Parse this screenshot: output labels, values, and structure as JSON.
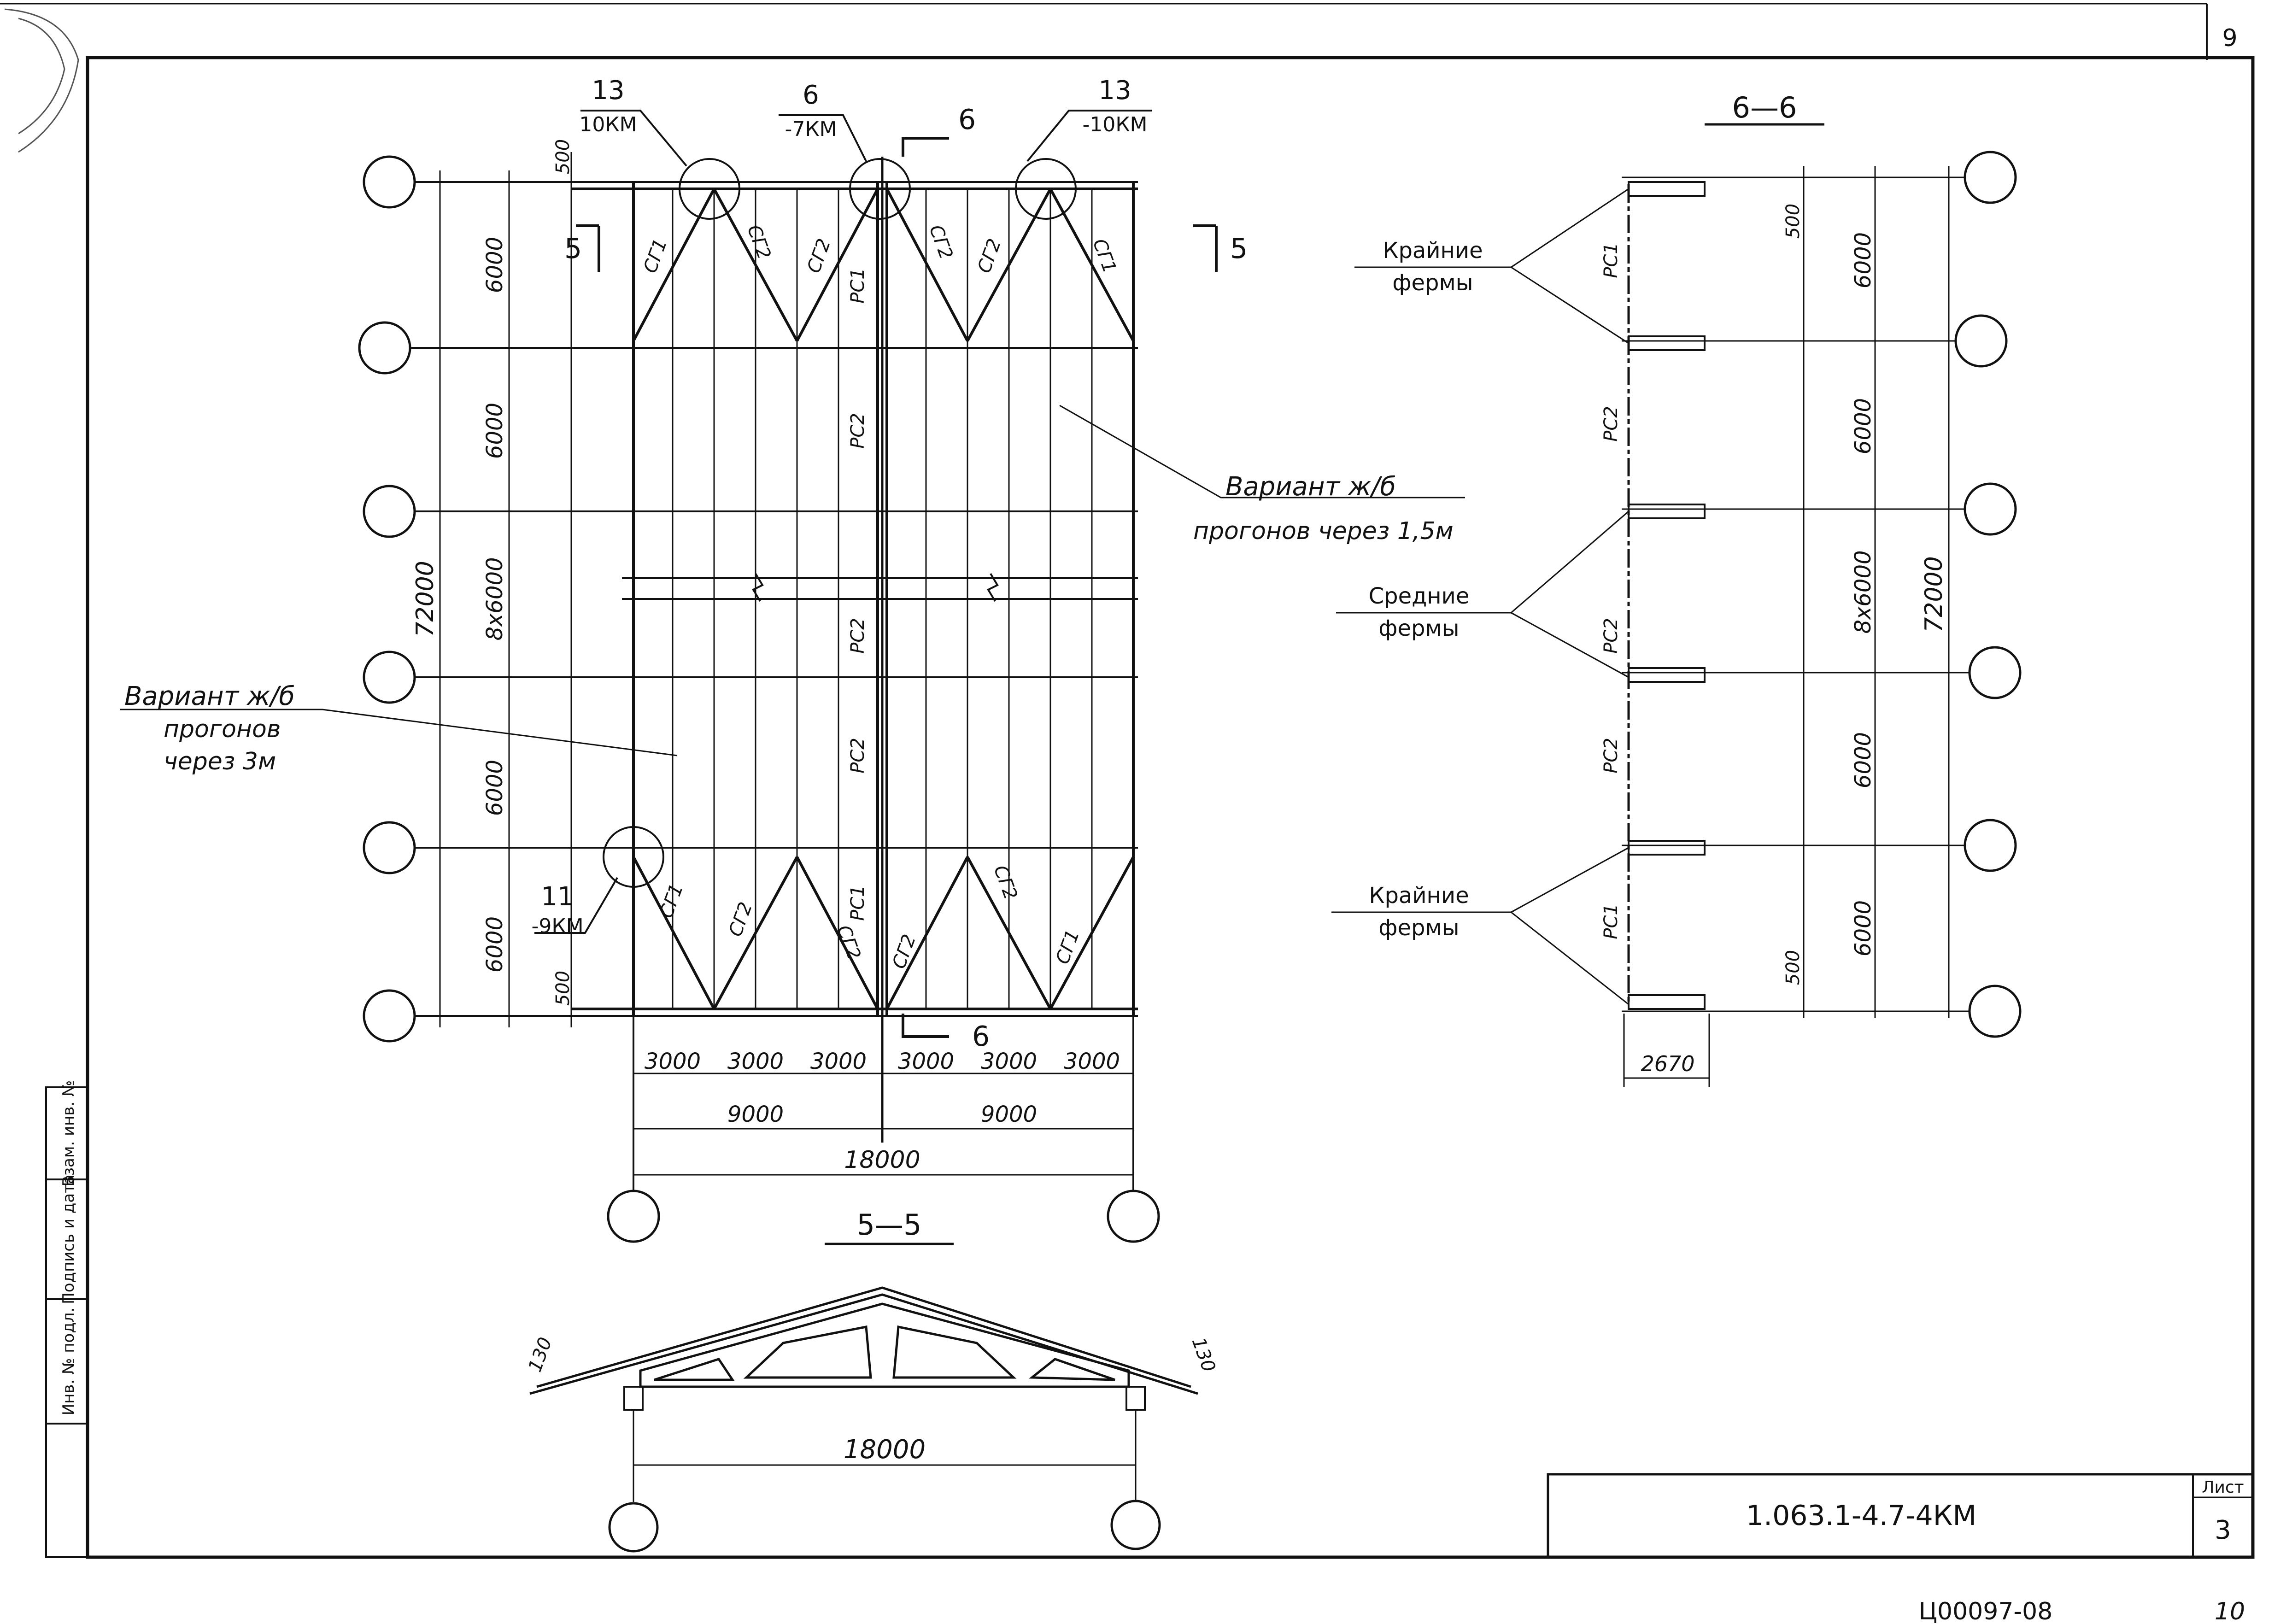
{
  "corner": {
    "sheet_top": "9",
    "bottom_number": "10",
    "archive_code": "Ц00097-08"
  },
  "title_block": {
    "code": "1.063.1-4.7-4КМ",
    "sheet_label": "Лист",
    "sheet_number": "3"
  },
  "side_stamp": {
    "vzam": "Взам. инв. №",
    "podpis": "Подпись и дата",
    "inv": "Инв. № подл."
  },
  "plan": {
    "callout_left": {
      "num": "13",
      "ref": "10КМ"
    },
    "callout_mid": {
      "num": "6",
      "ref": "-7КМ"
    },
    "callout_right": {
      "num": "13",
      "ref": "-10КМ"
    },
    "callout_low": {
      "num": "11",
      "ref": "-9КМ"
    },
    "section_6": "6",
    "section_5": "5",
    "dim_500": "500",
    "dim_6000": "6000",
    "dim_8x6000": "8х6000",
    "dim_72000": "72000",
    "dim_3000": "3000",
    "dim_9000": "9000",
    "dim_18000": "18000",
    "sg1": "СГ1",
    "sg2": "СГ2",
    "rs1": "РС1",
    "rs2": "РС2",
    "note_right_1": "Вариант ж/б",
    "note_right_2": "прогонов через 1,5м",
    "note_left_1": "Вариант ж/б",
    "note_left_2": "прогонов",
    "note_left_3": "через 3м"
  },
  "section66": {
    "title": "6—6",
    "outer_1": "Крайние",
    "outer_2": "фермы",
    "middle_1": "Средние",
    "middle_2": "фермы",
    "dim_2670": "2670"
  },
  "section55": {
    "title": "5—5",
    "dim_130": "130",
    "dim_18000": "18000"
  }
}
